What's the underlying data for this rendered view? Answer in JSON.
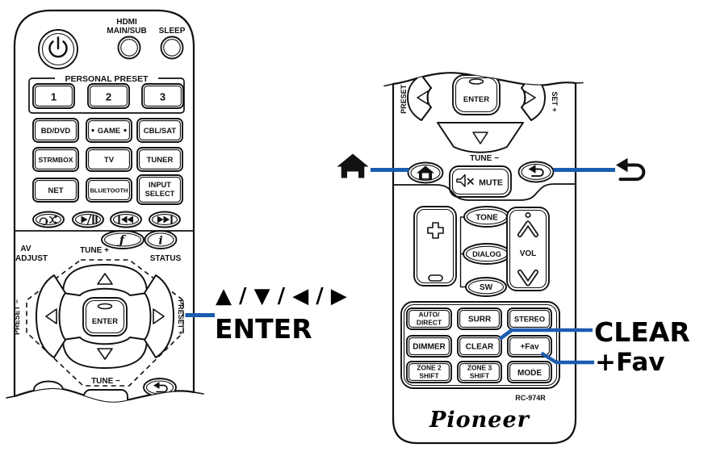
{
  "colors": {
    "callout_blue": "#1b5cb0",
    "ink": "#111111",
    "background": "#ffffff"
  },
  "callouts": {
    "dpad_keys": "▲ / ▼ / ◀ / ▶",
    "dpad_enter": "ENTER",
    "clear": "CLEAR",
    "fav": "+Fav"
  },
  "left_remote": {
    "top": {
      "hdmi_line1": "HDMI",
      "hdmi_line2": "MAIN/SUB",
      "sleep": "SLEEP"
    },
    "personal_preset": {
      "title": "PERSONAL PRESET",
      "buttons": [
        "1",
        "2",
        "3"
      ]
    },
    "inputs": [
      "BD/DVD",
      "GAME",
      "CBL/SAT",
      "STRMBOX",
      "TV",
      "TUNER",
      "NET",
      "BLUETOOTH"
    ],
    "input_select": [
      "INPUT",
      "SELECT"
    ],
    "av_adjust": {
      "line1": "AV",
      "line2": "ADJUST"
    },
    "status": "STATUS",
    "tune_plus": "TUNE +",
    "tune_minus": "TUNE −",
    "preset_minus": "PRESET −",
    "preset_plus": "PRESET +",
    "enter": "ENTER"
  },
  "right_remote": {
    "preset_minus": "PRESET −",
    "preset_plus_partial": "SET +",
    "enter": "ENTER",
    "tune_minus": "TUNE −",
    "mute": "MUTE",
    "tone": "TONE",
    "dialog": "DIALOG",
    "sw": "SW",
    "vol": "VOL",
    "grid": {
      "auto_direct": [
        "AUTO/",
        "DIRECT"
      ],
      "surr": "SURR",
      "stereo": "STEREO",
      "dimmer": "DIMMER",
      "clear": "CLEAR",
      "fav": "+Fav",
      "zone2": [
        "ZONE 2",
        "SHIFT"
      ],
      "zone3": [
        "ZONE 3",
        "SHIFT"
      ],
      "mode": "MODE"
    },
    "model": "RC-974R",
    "brand": "Pioneer"
  },
  "icons": {
    "power": "power-symbol",
    "repeat_shuffle": "repeat-and-shuffle-arrows",
    "play_pause": "play-pause",
    "prev": "previous-track",
    "next": "next-track",
    "av_adjust": "wrench-f",
    "status": "info-i",
    "home": "house",
    "back": "return-arrow",
    "mute": "speaker-crossed",
    "vol_up": "chevron-up-with-dot",
    "vol_down": "chevron-down",
    "channel_plus": "plus-outline",
    "channel_minus": "minus-outline"
  }
}
